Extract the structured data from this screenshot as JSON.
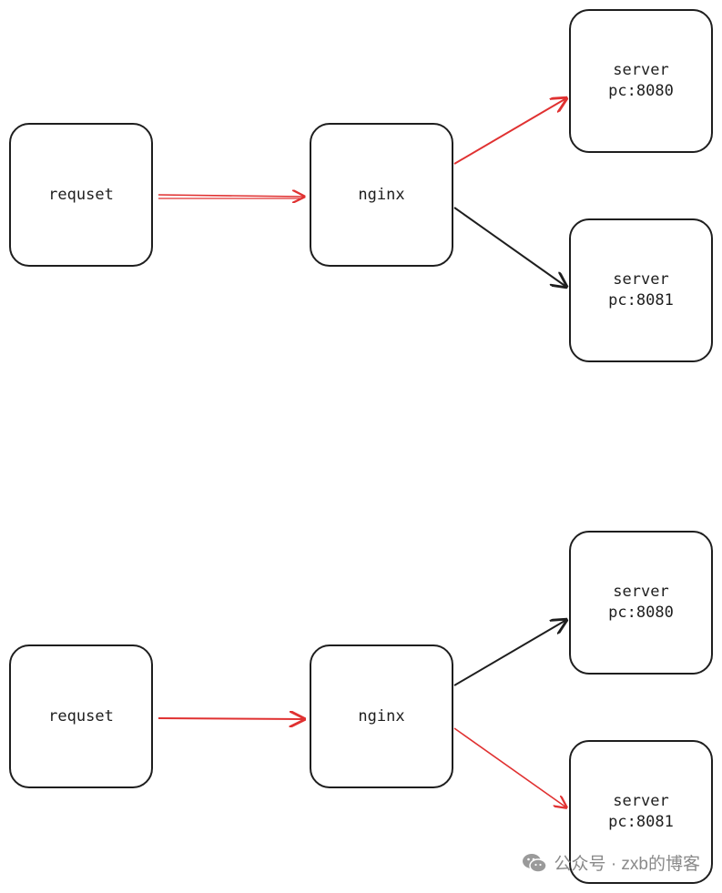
{
  "colors": {
    "active_edge": "#e03131",
    "inactive_edge": "#1e1e1e",
    "node_border": "#1e1e1e"
  },
  "flows": [
    {
      "request_label": "requset",
      "nginx_label": "nginx",
      "server_a_label": "server\npc:8080",
      "server_b_label": "server\npc:8081",
      "active_server": "server_a"
    },
    {
      "request_label": "requset",
      "nginx_label": "nginx",
      "server_a_label": "server\npc:8080",
      "server_b_label": "server\npc:8081",
      "active_server": "server_b"
    }
  ],
  "watermark": {
    "icon": "wechat-icon",
    "text": "公众号 · zxb的博客"
  }
}
